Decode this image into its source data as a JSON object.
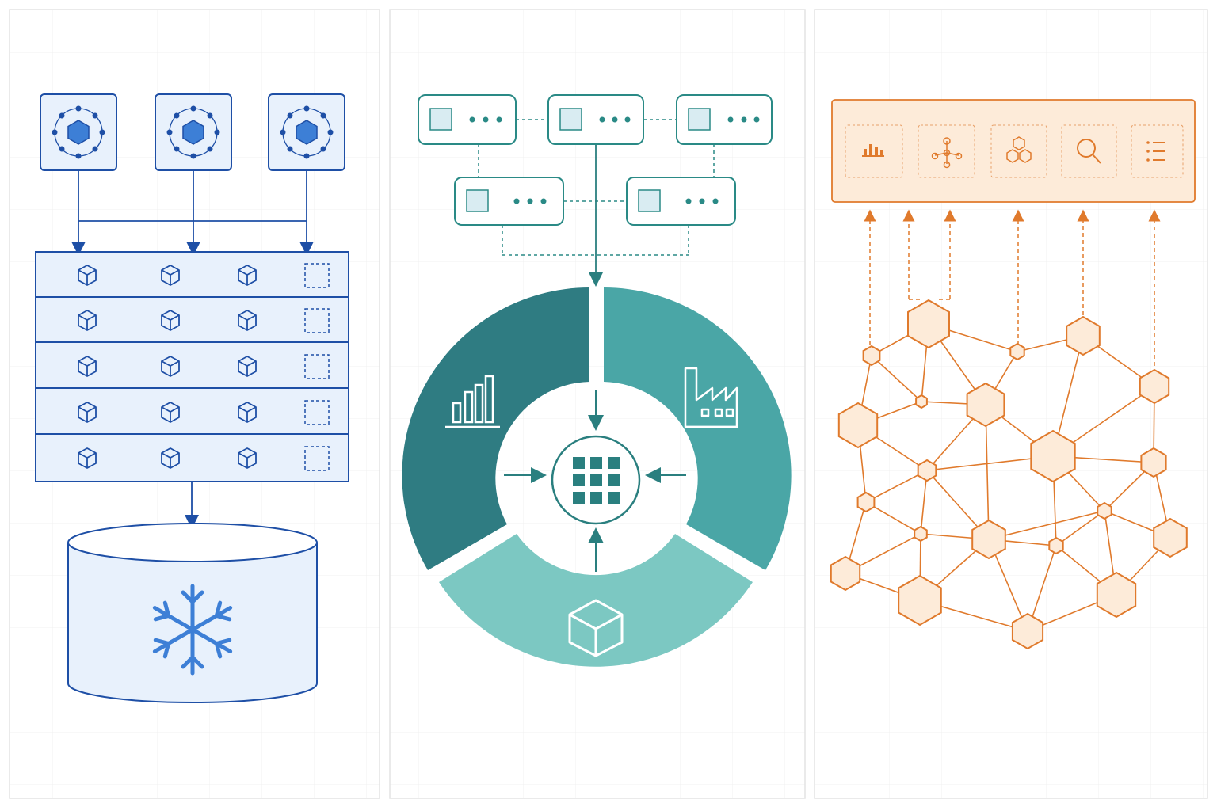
{
  "colors": {
    "blue_stroke": "#1e4fa6",
    "blue_fill": "#e8f1fc",
    "blue_accent": "#3d7fd6",
    "teal_dark": "#2f7c82",
    "teal_mid": "#4aa6a6",
    "teal_light": "#7cc8c2",
    "teal_stroke": "#2a8a86",
    "orange_stroke": "#e07a2c",
    "orange_fill": "#fdebd9",
    "grid": "#eeeeee",
    "panel_border": "#e3e3e3"
  },
  "panels": [
    {
      "id": "warehouse",
      "icons": [
        "network-node-icon",
        "network-node-icon",
        "network-node-icon",
        "cube-icon",
        "empty-slot-icon",
        "snowflake-icon"
      ],
      "source_count": 3,
      "table_rows": 5
    },
    {
      "id": "data-fabric",
      "icons": [
        "source-card-icon",
        "bar-chart-icon",
        "factory-icon",
        "cube-icon",
        "grid-hub-icon"
      ],
      "source_cards": 5,
      "ring_segments": 3
    },
    {
      "id": "data-mesh",
      "icons": [
        "bar-chart-icon",
        "network-graph-icon",
        "hexagons-icon",
        "magnifier-icon",
        "list-icon",
        "hexagon-node-icon"
      ],
      "toolbar_items": 5
    }
  ]
}
